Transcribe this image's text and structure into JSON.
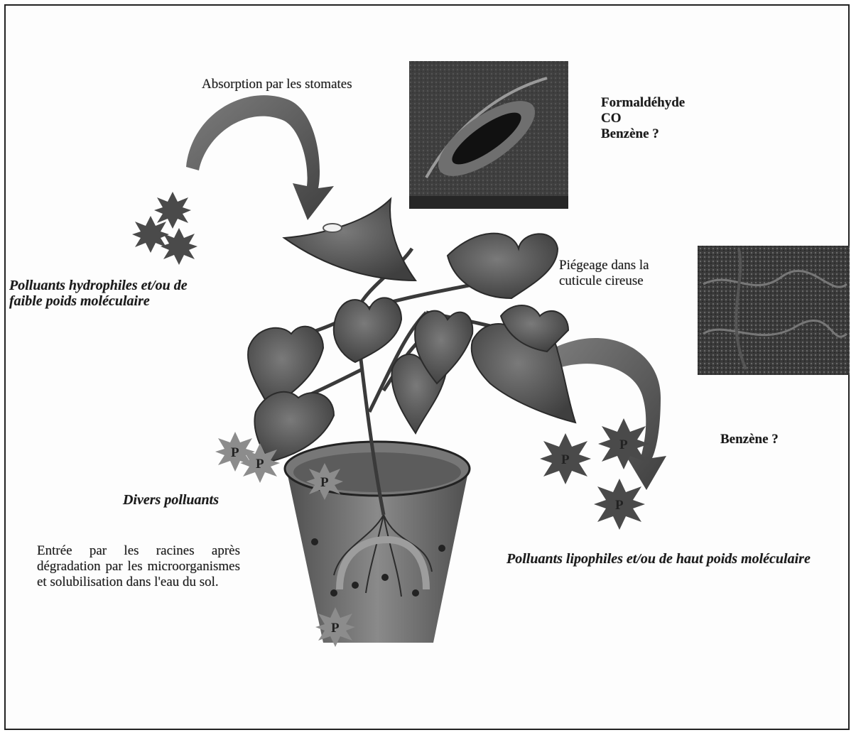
{
  "labels": {
    "stomata_absorption": "Absorption par les stomates",
    "stomata_pollutants": [
      "Formaldéhyde",
      "CO",
      "Benzène ?"
    ],
    "cuticle_trapping": [
      "Piégeage dans la",
      "cuticule cireuse"
    ],
    "cuticle_pollutant": "Benzène ?",
    "hydrophilic_pollutants": [
      "Polluants hydrophiles et/ou de",
      "faible poids moléculaire"
    ],
    "various_pollutants": "Divers polluants",
    "root_entry": "Entrée par les racines après dégradation par les microorganismes et solubilisation dans l'eau du sol.",
    "lipophilic_pollutants": "Polluants lipophiles et/ou de haut poids moléculaire",
    "pollutant_symbol": "P"
  },
  "colors": {
    "leaf": "#595959",
    "stem": "#3a3a3a",
    "arrow": "#5d5d5d",
    "pollutant_dark": "#4a4a4a",
    "pollutant_light": "#8c8c8c",
    "pot": "#6e6e6e",
    "photo": "#3d3d3d"
  },
  "icons": [
    "stomata-micrograph",
    "cuticle-micrograph",
    "pollutant-star",
    "curved-arrow",
    "plant",
    "pot"
  ]
}
